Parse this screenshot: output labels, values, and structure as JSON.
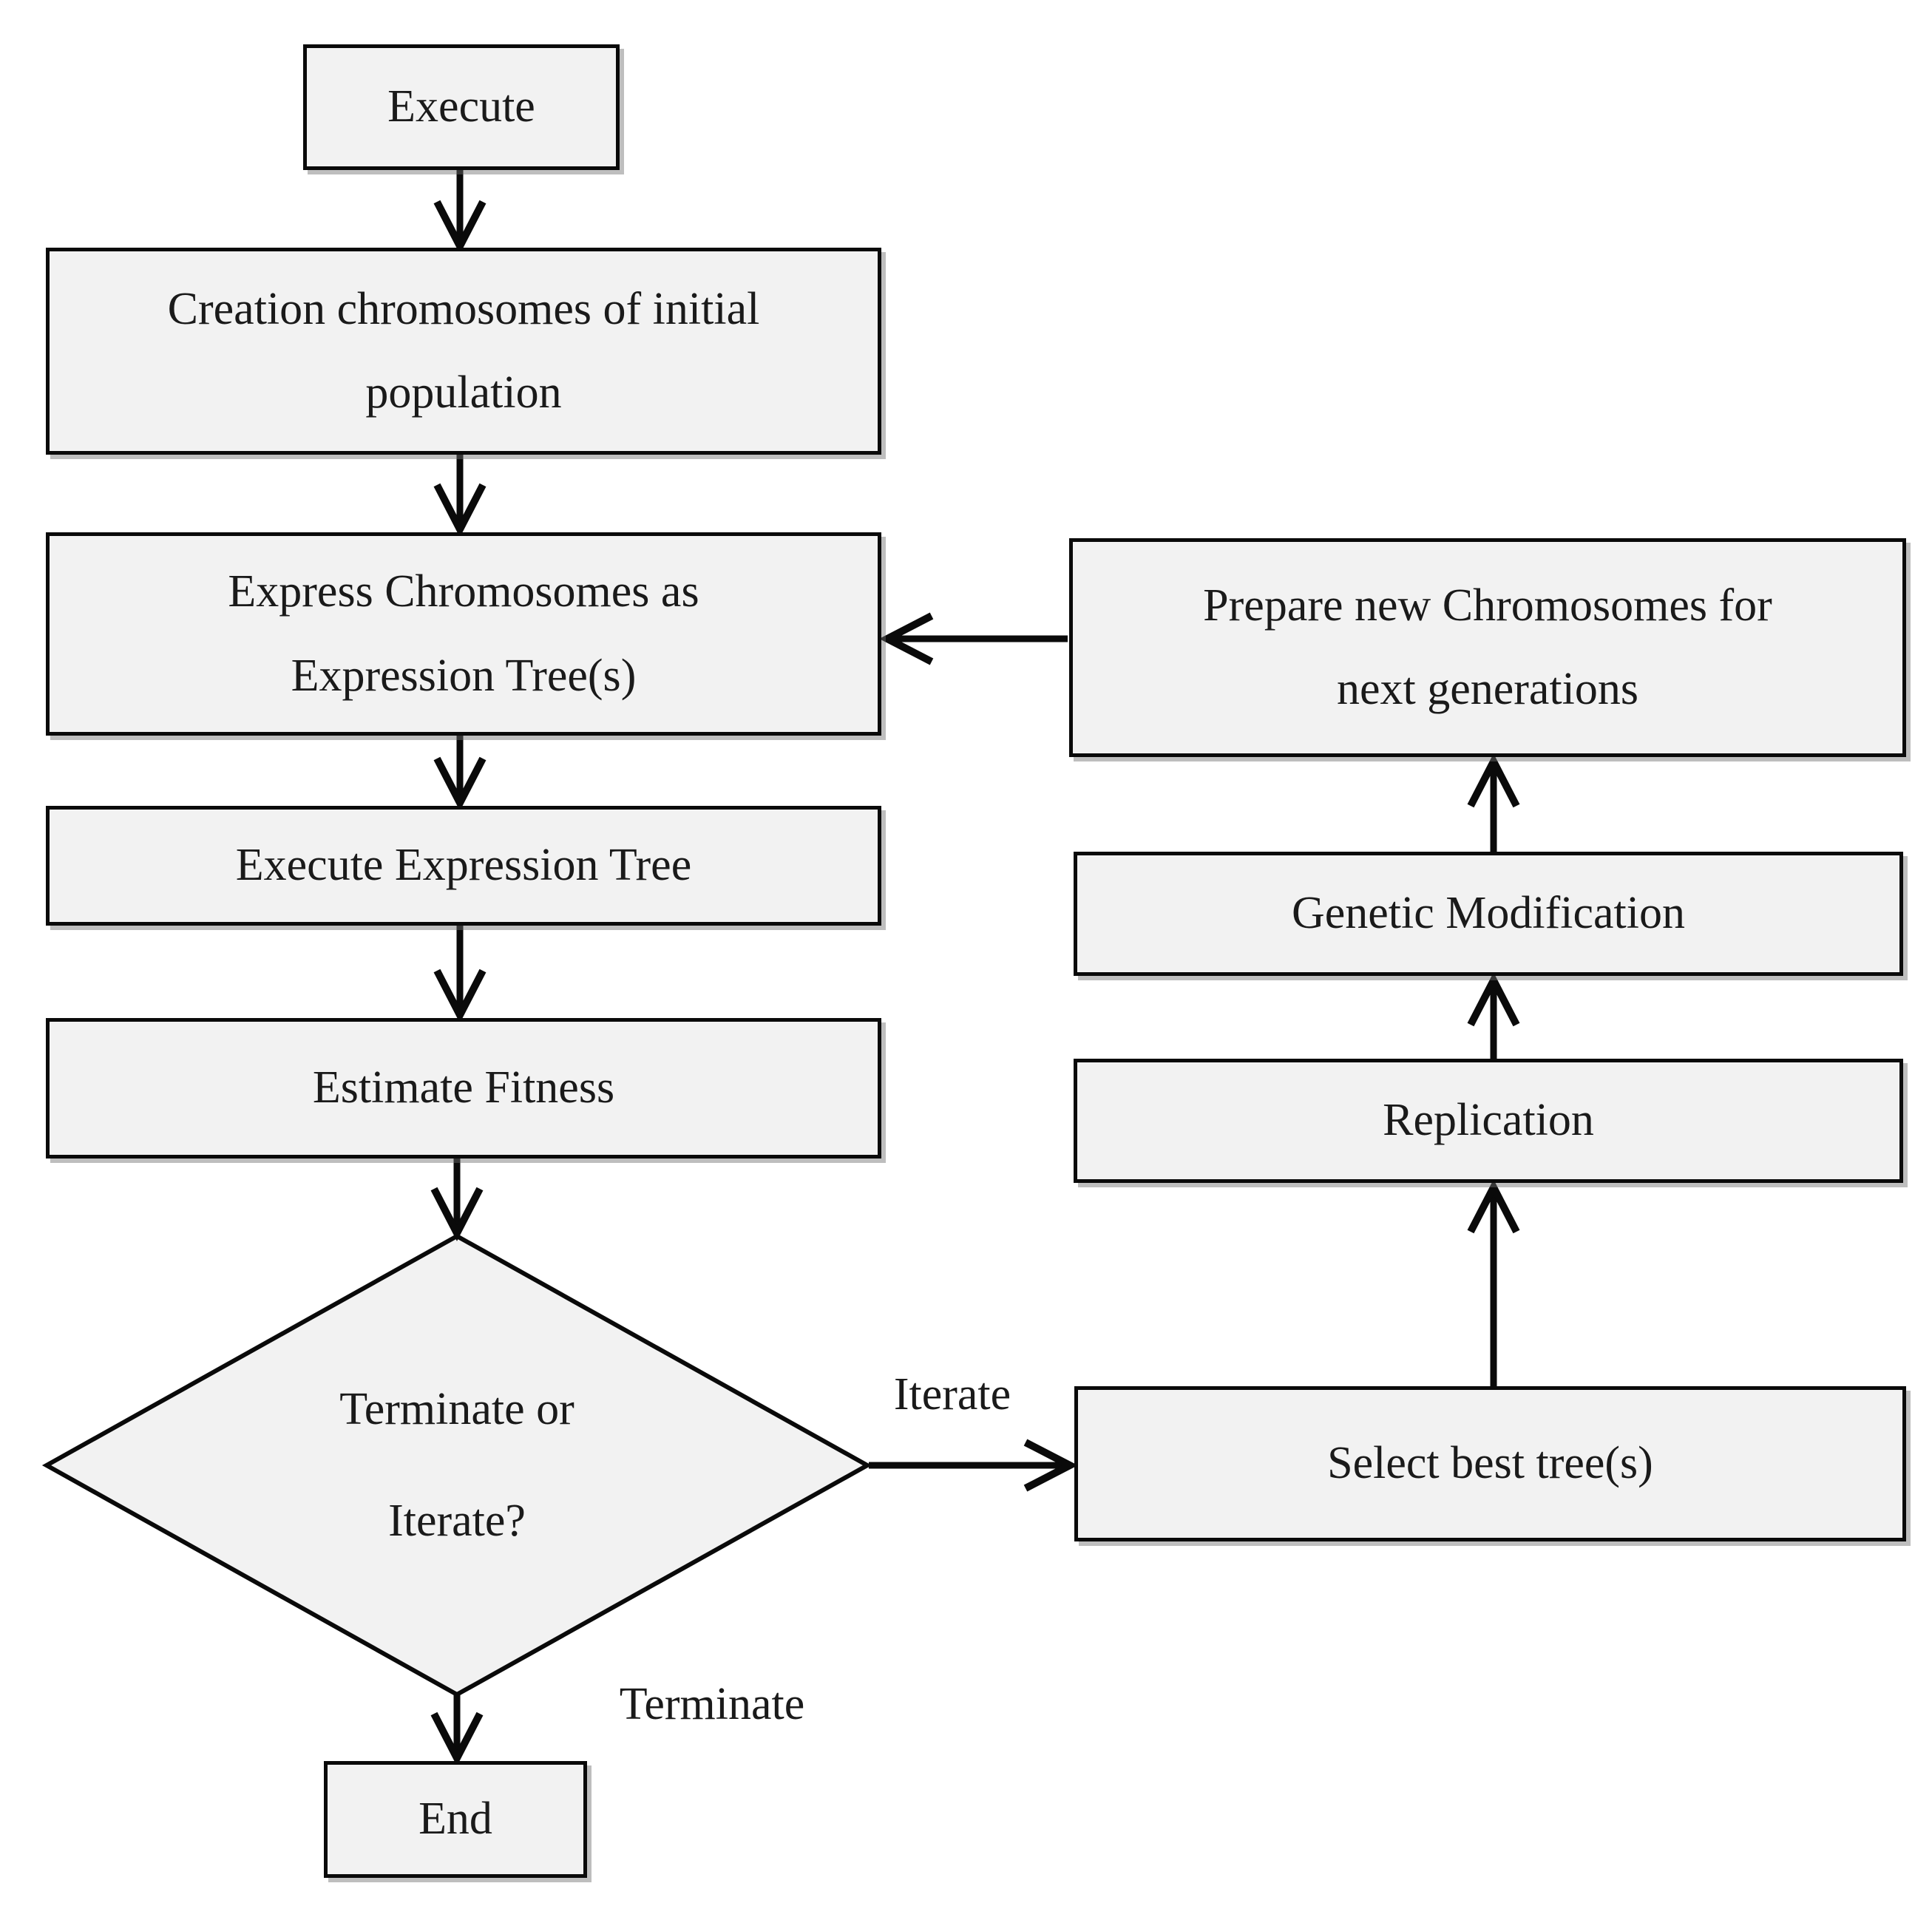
{
  "diagram": {
    "type": "flowchart",
    "colors": {
      "background": "#ffffff",
      "node_fill": "#f2f2f2",
      "border_color": "#0a0a0a",
      "text_color": "#1a1a1a"
    },
    "nodes": {
      "execute": {
        "shape": "rectangle",
        "label": "Execute",
        "lines": [
          "Execute"
        ]
      },
      "creation": {
        "shape": "rectangle",
        "label": "Creation chromosomes of initial population",
        "lines": [
          "Creation chromosomes of initial",
          "population"
        ]
      },
      "express": {
        "shape": "rectangle",
        "label": "Express Chromosomes as Expression Tree(s)",
        "lines": [
          "Express Chromosomes as",
          "Expression Tree(s)"
        ]
      },
      "execute_tree": {
        "shape": "rectangle",
        "label": "Execute Expression Tree",
        "lines": [
          "Execute Expression Tree"
        ]
      },
      "estimate": {
        "shape": "rectangle",
        "label": "Estimate Fitness",
        "lines": [
          "Estimate Fitness"
        ]
      },
      "decision": {
        "shape": "diamond",
        "label": "Terminate or Iterate?",
        "lines": [
          "Terminate or",
          "Iterate?"
        ]
      },
      "end": {
        "shape": "rectangle",
        "label": "End",
        "lines": [
          "End"
        ]
      },
      "select": {
        "shape": "rectangle",
        "label": "Select best tree(s)",
        "lines": [
          "Select best tree(s)"
        ]
      },
      "replication": {
        "shape": "rectangle",
        "label": "Replication",
        "lines": [
          "Replication"
        ]
      },
      "genetic": {
        "shape": "rectangle",
        "label": "Genetic Modification",
        "lines": [
          "Genetic Modification"
        ]
      },
      "prepare": {
        "shape": "rectangle",
        "label": "Prepare new Chromosomes for next generations",
        "lines": [
          "Prepare new Chromosomes for",
          "next generations"
        ]
      }
    },
    "edge_labels": {
      "iterate": "Iterate",
      "terminate": "Terminate"
    },
    "edges": [
      {
        "from": "execute",
        "to": "creation"
      },
      {
        "from": "creation",
        "to": "express"
      },
      {
        "from": "express",
        "to": "execute_tree"
      },
      {
        "from": "execute_tree",
        "to": "estimate"
      },
      {
        "from": "estimate",
        "to": "decision"
      },
      {
        "from": "decision",
        "to": "select",
        "label": "Iterate"
      },
      {
        "from": "decision",
        "to": "end",
        "label": "Terminate"
      },
      {
        "from": "select",
        "to": "replication"
      },
      {
        "from": "replication",
        "to": "genetic"
      },
      {
        "from": "genetic",
        "to": "prepare"
      },
      {
        "from": "prepare",
        "to": "express"
      }
    ]
  }
}
